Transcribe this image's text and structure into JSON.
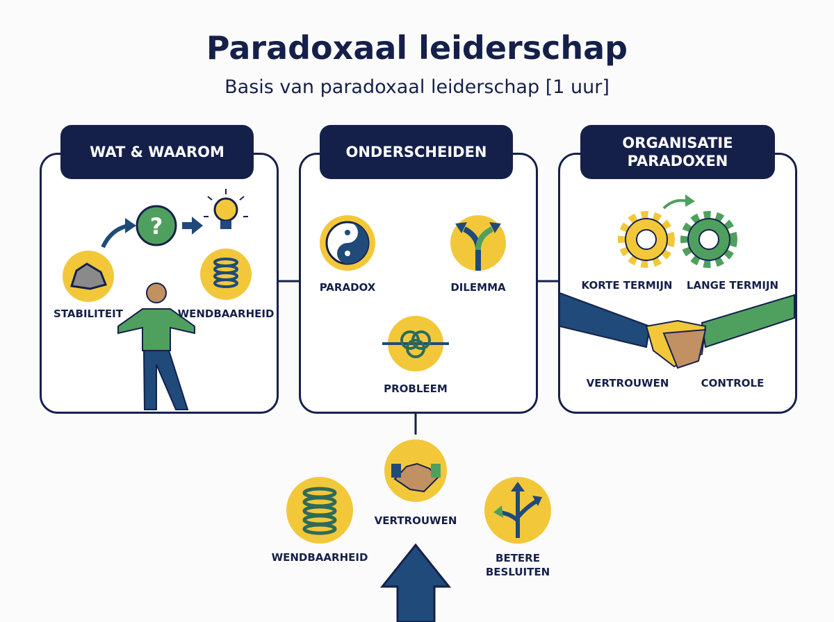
{
  "title": "Paradoxaal leiderschap",
  "subtitle": "Basis van paradoxaal leiderschap [1 uur]",
  "panels": [
    {
      "heading": "WAT & WAAROM",
      "labels": [
        "STABILITEIT",
        "WENDBAARHEID"
      ]
    },
    {
      "heading": "ONDERSCHEIDEN",
      "labels": [
        "PARADOX",
        "DILEMMA",
        "PROBLEEM"
      ]
    },
    {
      "heading_line1": "ORGANISATIE",
      "heading_line2": "PARADOXEN",
      "labels": [
        "KORTE TERMIJN",
        "LANGE TERMIJN",
        "VERTROUWEN",
        "CONTROLE"
      ]
    }
  ],
  "outcomes": [
    {
      "label": "WENDBAARHEID"
    },
    {
      "label": "VERTROUWEN"
    },
    {
      "label_line1": "BETERE",
      "label_line2": "BESLUITEN"
    }
  ],
  "colors": {
    "navy": "#15204a",
    "yellow": "#f2c83a",
    "green": "#4fa05e",
    "blue": "#1f4a7a"
  }
}
